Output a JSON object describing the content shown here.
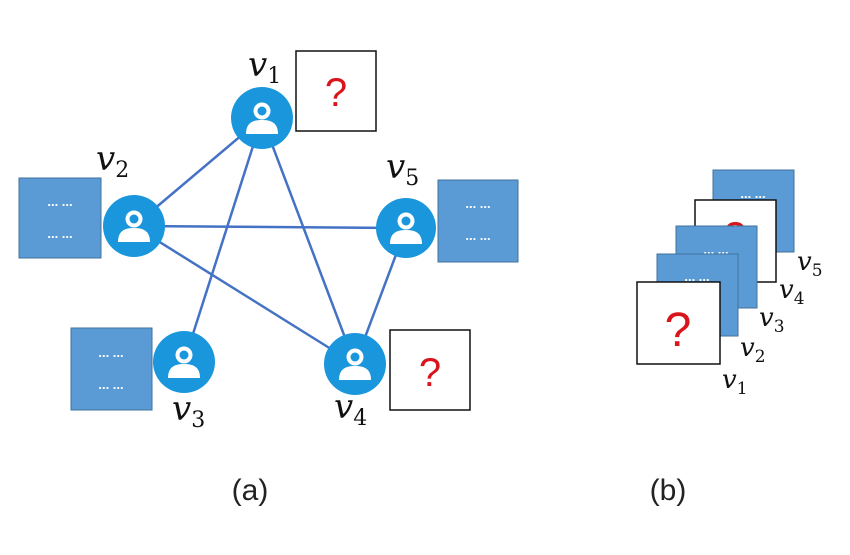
{
  "panel_a": {
    "nodes": [
      {
        "id": "v1",
        "name": "v",
        "sub": "1",
        "attribute": "?"
      },
      {
        "id": "v2",
        "name": "v",
        "sub": "2",
        "attribute": "... ..."
      },
      {
        "id": "v3",
        "name": "v",
        "sub": "3",
        "attribute": "... ..."
      },
      {
        "id": "v4",
        "name": "v",
        "sub": "4",
        "attribute": "?"
      },
      {
        "id": "v5",
        "name": "v",
        "sub": "5",
        "attribute": "... ..."
      }
    ],
    "edges": [
      [
        "v1",
        "v2"
      ],
      [
        "v1",
        "v3"
      ],
      [
        "v1",
        "v4"
      ],
      [
        "v2",
        "v5"
      ],
      [
        "v2",
        "v4"
      ],
      [
        "v4",
        "v5"
      ]
    ],
    "caption": "(a)"
  },
  "panel_b": {
    "stack": [
      {
        "name": "v",
        "sub": "5",
        "attribute": "... ..."
      },
      {
        "name": "v",
        "sub": "4",
        "attribute": "?"
      },
      {
        "name": "v",
        "sub": "3",
        "attribute": "... ..."
      },
      {
        "name": "v",
        "sub": "2",
        "attribute": "... ..."
      },
      {
        "name": "v",
        "sub": "1",
        "attribute": "?"
      }
    ],
    "caption": "(b)"
  },
  "colors": {
    "node": "#1a96dc",
    "edge": "#4472c4",
    "known_box": "#5b9bd5",
    "unknown_box_fill": "#ffffff",
    "question": "#d9141b"
  },
  "icons": {
    "node": "user-icon"
  }
}
